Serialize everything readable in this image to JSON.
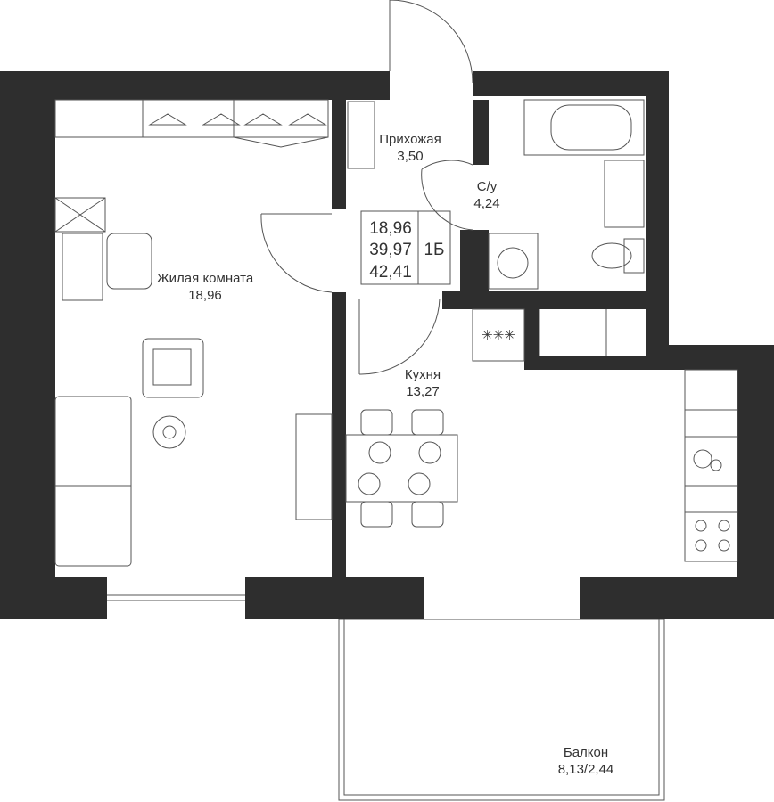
{
  "colors": {
    "wall": "#2e2e2e",
    "line": "#555555",
    "background": "#ffffff"
  },
  "rooms": [
    {
      "name": "Жилая комната",
      "area": "18,96"
    },
    {
      "name": "Прихожая",
      "area": "3,50"
    },
    {
      "name": "С/у",
      "area": "4,24"
    },
    {
      "name": "Кухня",
      "area": "13,27"
    },
    {
      "name": "Балкон",
      "area": "8,13/2,44"
    }
  ],
  "summary": {
    "living_area": "18,96",
    "total_area": "39,97",
    "total_with_balcony": "42,41",
    "type": "1Б"
  }
}
